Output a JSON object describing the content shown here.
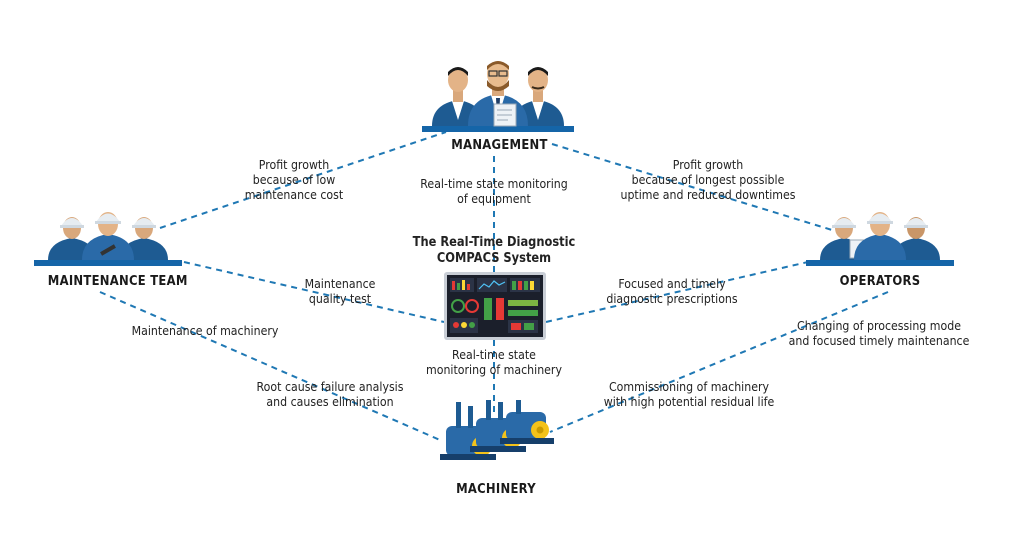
{
  "nodes": {
    "management": "MANAGEMENT",
    "maintenance_team": "MAINTENANCE TEAM",
    "operators": "OPERATORS",
    "machinery": "MACHINERY"
  },
  "system": {
    "title_line1": "The Real-Time Diagnostic",
    "title_line2": "COMPACS System"
  },
  "labels": {
    "mt_mgmt": [
      "Profit growth",
      "because of low",
      "maintenance cost"
    ],
    "mgmt_sys": [
      "Real-time state monitoring",
      "of equipment"
    ],
    "op_mgmt": [
      "Profit growth",
      "because of longest possible",
      "uptime and reduced downtimes"
    ],
    "mt_sys": [
      "Maintenance",
      "quality test"
    ],
    "sys_op": [
      "Focused and timely",
      "diagnostic prescriptions"
    ],
    "mt_mach": "Maintenance of machinery",
    "mt_mach_2": [
      "Root cause failure analysis",
      "and causes elimination"
    ],
    "op_mach": [
      "Changing of processing mode",
      "and focused timely maintenance"
    ],
    "op_mach_2": [
      "Commissioning of machinery",
      "with high potential residual life"
    ],
    "sys_mach": [
      "Real-time state",
      "monitoring of machinery"
    ]
  },
  "colors": {
    "line": "#1f78b4",
    "suit": "#1e5b92",
    "base": "#1565a8",
    "skin": "#d9a87c",
    "helmet": "#e6ecf1",
    "pump_blue": "#2a6aa8",
    "pump_yellow": "#f3c21a",
    "screen": "#1b1f2b"
  },
  "icons": {
    "management": "managers-group-icon",
    "maintenance_team": "workers-with-helmets-icon",
    "operators": "operators-with-helmets-icon",
    "system": "diagnostic-dashboard-monitor-icon",
    "machinery": "industrial-pumps-icon"
  }
}
